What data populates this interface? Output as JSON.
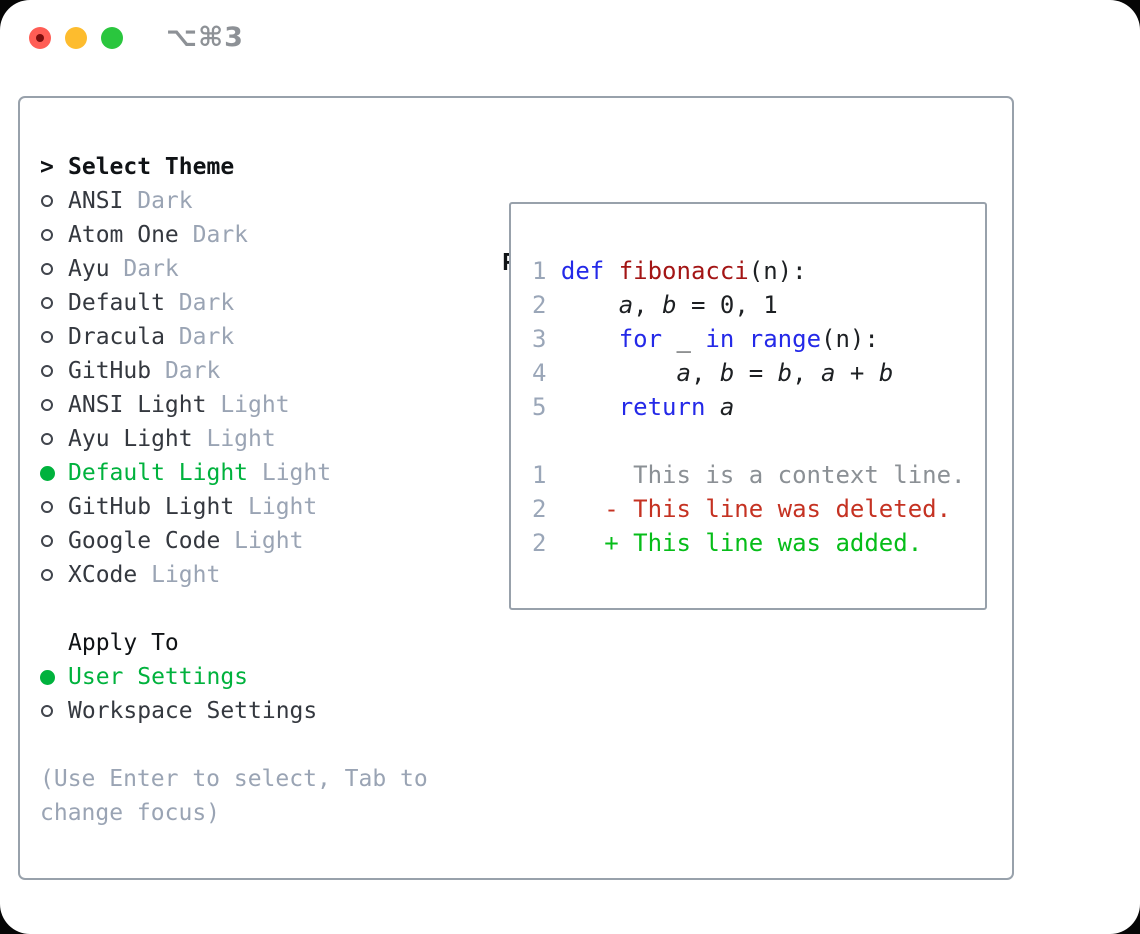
{
  "window": {
    "title": "⌥⌘3"
  },
  "colors": {
    "red": "#ff5d55",
    "reddot": "#7c0e0e",
    "yellow": "#fdbc2e",
    "green": "#2ac63e",
    "title": "#8d9196",
    "border": "#98a1ab",
    "heading": "#101316",
    "label": "#34383f",
    "muted": "#9aa4b4",
    "selected": "#00b23d",
    "linenum": "#9aa6b8",
    "keyword": "#2429e8",
    "func": "#a31515",
    "text": "#1d2023",
    "context": "#8b9095",
    "deleted": "#c53222",
    "added": "#06bd19"
  },
  "left": {
    "header": {
      "caret": ">",
      "label": "Select Theme"
    },
    "themes": [
      {
        "name": "ANSI",
        "variant": "Dark",
        "selected": false
      },
      {
        "name": "Atom One",
        "variant": "Dark",
        "selected": false
      },
      {
        "name": "Ayu",
        "variant": "Dark",
        "selected": false
      },
      {
        "name": "Default",
        "variant": "Dark",
        "selected": false
      },
      {
        "name": "Dracula",
        "variant": "Dark",
        "selected": false
      },
      {
        "name": "GitHub",
        "variant": "Dark",
        "selected": false
      },
      {
        "name": "ANSI Light",
        "variant": "Light",
        "selected": false
      },
      {
        "name": "Ayu Light",
        "variant": "Light",
        "selected": false
      },
      {
        "name": "Default Light",
        "variant": "Light",
        "selected": true
      },
      {
        "name": "GitHub Light",
        "variant": "Light",
        "selected": false
      },
      {
        "name": "Google Code",
        "variant": "Light",
        "selected": false
      },
      {
        "name": "XCode",
        "variant": "Light",
        "selected": false
      }
    ],
    "apply_to": {
      "label": "Apply To",
      "options": [
        {
          "name": "User Settings",
          "selected": true
        },
        {
          "name": "Workspace Settings",
          "selected": false
        }
      ]
    },
    "hint": "(Use Enter to select, Tab to change focus)"
  },
  "preview": {
    "label": "Preview",
    "code_lines": [
      {
        "num": "1",
        "spans": [
          {
            "t": "def ",
            "c": "kw"
          },
          {
            "t": "fibonacci",
            "c": "fn"
          },
          {
            "t": "(n):",
            "c": "tx"
          }
        ]
      },
      {
        "num": "2",
        "spans": [
          {
            "t": "    ",
            "c": "tx"
          },
          {
            "t": "a",
            "c": "vr"
          },
          {
            "t": ", ",
            "c": "tx"
          },
          {
            "t": "b",
            "c": "vr"
          },
          {
            "t": " = 0, 1",
            "c": "tx"
          }
        ]
      },
      {
        "num": "3",
        "spans": [
          {
            "t": "    ",
            "c": "tx"
          },
          {
            "t": "for",
            "c": "kw"
          },
          {
            "t": " _ ",
            "c": "tx"
          },
          {
            "t": "in",
            "c": "kw"
          },
          {
            "t": " ",
            "c": "tx"
          },
          {
            "t": "range",
            "c": "kw"
          },
          {
            "t": "(n):",
            "c": "tx"
          }
        ]
      },
      {
        "num": "4",
        "spans": [
          {
            "t": "        ",
            "c": "tx"
          },
          {
            "t": "a",
            "c": "vr"
          },
          {
            "t": ", ",
            "c": "tx"
          },
          {
            "t": "b",
            "c": "vr"
          },
          {
            "t": " = ",
            "c": "tx"
          },
          {
            "t": "b",
            "c": "vr"
          },
          {
            "t": ", ",
            "c": "tx"
          },
          {
            "t": "a",
            "c": "vr"
          },
          {
            "t": " + ",
            "c": "tx"
          },
          {
            "t": "b",
            "c": "vr"
          }
        ]
      },
      {
        "num": "5",
        "spans": [
          {
            "t": "    ",
            "c": "tx"
          },
          {
            "t": "return",
            "c": "kw"
          },
          {
            "t": " ",
            "c": "tx"
          },
          {
            "t": "a",
            "c": "vr"
          }
        ]
      }
    ],
    "diff_lines": [
      {
        "num": "1",
        "spans": [
          {
            "t": "     This is a context line.",
            "c": "ctx"
          }
        ]
      },
      {
        "num": "2",
        "spans": [
          {
            "t": "   ",
            "c": "tx"
          },
          {
            "t": "- This line was deleted.",
            "c": "del"
          }
        ]
      },
      {
        "num": "2",
        "spans": [
          {
            "t": "   ",
            "c": "tx"
          },
          {
            "t": "+ This line was added.",
            "c": "add"
          }
        ]
      }
    ]
  }
}
